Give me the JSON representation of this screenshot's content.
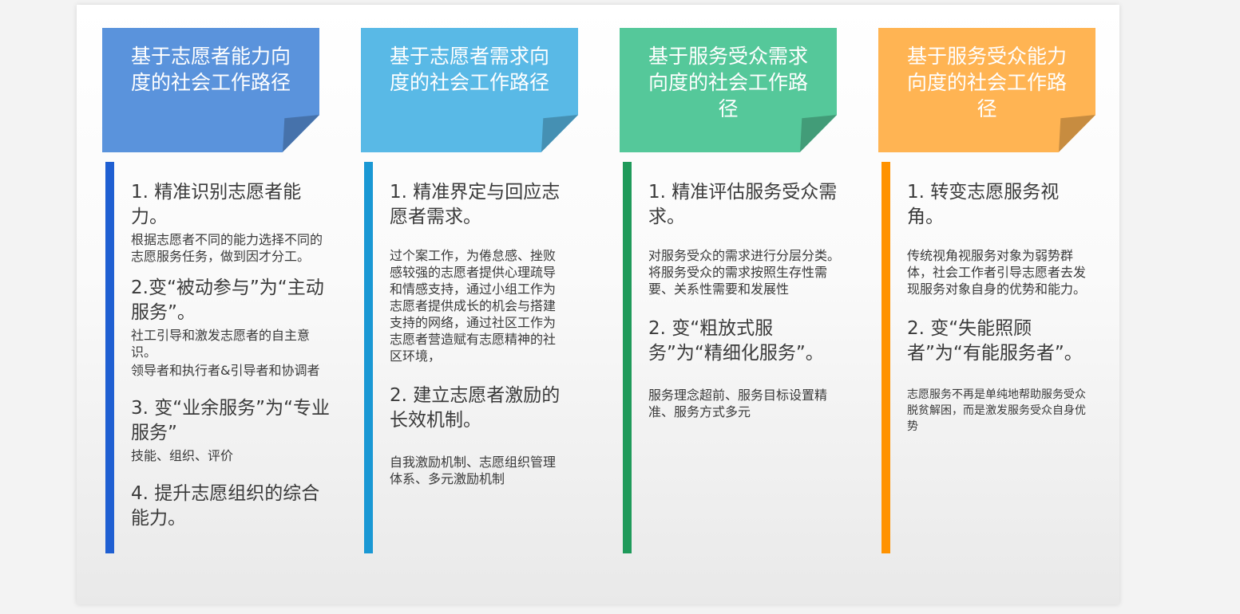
{
  "colors": {
    "blue": "#5a93dc",
    "blue_bar": "#1f5fd2",
    "cyan": "#59b9e6",
    "cyan_bar": "#1a98d4",
    "green": "#55c89a",
    "green_bar": "#1f9a5a",
    "orange": "#ffb453",
    "orange_bar": "#ff9200"
  },
  "columns": [
    {
      "title": "基于志愿者能力向度的社会工作路径",
      "items": [
        {
          "heading": "1. 精准识别志愿者能力。",
          "body": "根据志愿者不同的能力选择不同的志愿服务任务，做到因才分工。"
        },
        {
          "heading": "2.变“被动参与”为“主动服务”。",
          "body": "社工引导和激发志愿者的自主意识。",
          "body2": "领导者和执行者&引导者和协调者"
        },
        {
          "heading": "3. 变“业余服务”为“专业服务”",
          "body": "技能、组织、评价"
        },
        {
          "heading": "4. 提升志愿组织的综合能力。"
        }
      ]
    },
    {
      "title": "基于志愿者需求向度的社会工作路径",
      "items": [
        {
          "heading": "1. 精准界定与回应志愿者需求。",
          "body": "过个案工作，为倦怠感、挫败感较强的志愿者提供心理疏导和情感支持，通过小组工作为志愿者提供成长的机会与搭建支持的网络，通过社区工作为志愿者营造赋有志愿精神的社区环境，"
        },
        {
          "heading": "2. 建立志愿者激励的长效机制。",
          "body": "自我激励机制、志愿组织管理体系、多元激励机制"
        }
      ]
    },
    {
      "title": "基于服务受众需求向度的社会工作路径",
      "items": [
        {
          "heading": "1. 精准评估服务受众需求。",
          "body": "对服务受众的需求进行分层分类。将服务受众的需求按照生存性需要、关系性需要和发展性"
        },
        {
          "heading": "2. 变“粗放式服务”为“精细化服务”。",
          "body": "服务理念超前、服务目标设置精准、服务方式多元"
        }
      ]
    },
    {
      "title": "基于服务受众能力向度的社会工作路径",
      "items": [
        {
          "heading": "1. 转变志愿服务视角。",
          "body": "传统视角视服务对象为弱势群体，社会工作者引导志愿者去发现服务对象自身的优势和能力。"
        },
        {
          "heading": "2. 变“失能照顾者”为“有能服务者”。",
          "body": "志愿服务不再是单纯地帮助服务受众脱贫解困，而是激发服务受众自身优势"
        }
      ]
    }
  ]
}
